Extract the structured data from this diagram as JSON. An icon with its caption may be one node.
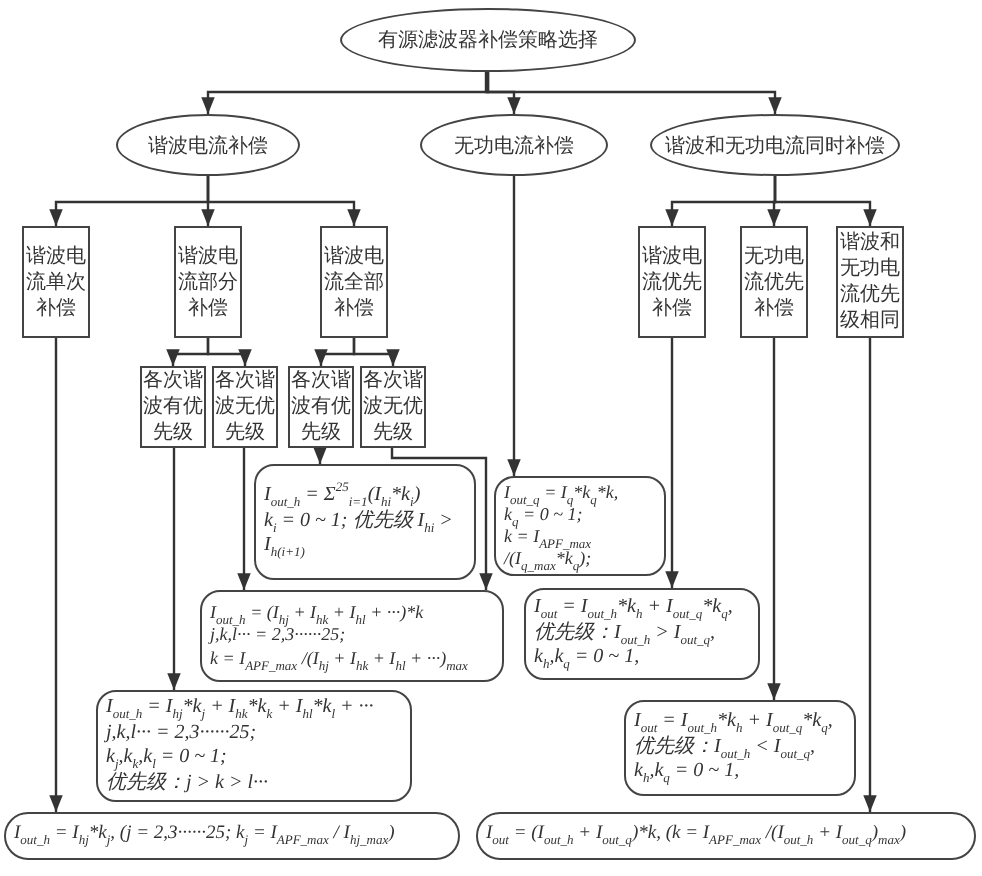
{
  "diagram": {
    "nodes": [
      {
        "text": [
          "有源滤波器补偿策略选择"
        ]
      },
      {
        "text": [
          "谐波电流补偿"
        ]
      },
      {
        "text": [
          "无功电流补偿"
        ]
      },
      {
        "text": [
          "谐波和无功电流同时补偿"
        ]
      },
      {
        "text": [
          "谐波电流单次补偿"
        ]
      },
      {
        "text": [
          "谐波电流部分补偿"
        ]
      },
      {
        "text": [
          "谐波电流全部补偿"
        ]
      },
      {
        "text": [
          "谐波电流优先补偿"
        ]
      },
      {
        "text": [
          "无功电流优先补偿"
        ]
      },
      {
        "text": [
          "谐波和无功电流优先级相同"
        ]
      },
      {
        "text": [
          "各次谐波有优先级"
        ]
      },
      {
        "text": [
          "各次谐波无优先级"
        ]
      },
      {
        "text": [
          "各次谐波有优先级"
        ]
      },
      {
        "text": [
          "各次谐波无优先级"
        ]
      },
      {
        "text": [
          "I$_{out_h}$ = Σ$^{25}$$_{i=1}$(I$_{hi}$*k$_{i}$)",
          "k$_{i}$ = 0 ~ 1; 优先级 I$_{hi}$ > I$_{h(i+1)}$"
        ]
      },
      {
        "text": [
          "I$_{out_q}$ = I$_{q}$*k$_{q}$*k,",
          "k$_{q}$ = 0 ~ 1;",
          "k = I$_{APF_max}$ /(I$_{q_max}$*k$_{q}$);"
        ]
      },
      {
        "text": [
          "I$_{out_h}$ = (I$_{hj}$ + I$_{hk}$ + I$_{hl}$ + ···)*k",
          "j,k,l··· = 2,3······25;",
          "k = I$_{APF_max}$ /(I$_{hj}$ + I$_{hk}$ + I$_{hl}$ + ···)$_{max}$"
        ]
      },
      {
        "text": [
          "I$_{out_h}$ = I$_{hj}$*k$_{j}$ + I$_{hk}$*k$_{k}$ + I$_{hl}$*k$_{l}$ + ···",
          "j,k,l··· = 2,3······25;",
          "k$_{j}$,k$_{k}$,k$_{l}$ = 0 ~ 1;",
          "优先级：j > k > l···"
        ]
      },
      {
        "text": [
          "I$_{out_h}$ = I$_{hj}$*k$_{j}$,   (j = 2,3······25;  k$_{j}$ = I$_{APF_max}$ / I$_{hj_max}$)"
        ]
      },
      {
        "text": [
          "I$_{out}$ = I$_{out_h}$*k$_{h}$ + I$_{out_q}$*k$_{q}$,",
          "优先级：I$_{out_h}$ > I$_{out_q}$,",
          "k$_{h}$,k$_{q}$ = 0 ~ 1,"
        ]
      },
      {
        "text": [
          "I$_{out}$ = I$_{out_h}$*k$_{h}$ + I$_{out_q}$*k$_{q}$,",
          "优先级：I$_{out_h}$ < I$_{out_q}$,",
          "k$_{h}$,k$_{q}$ = 0 ~ 1,"
        ]
      },
      {
        "text": [
          "I$_{out}$ = (I$_{out_h}$ + I$_{out_q}$)*k,   (k = I$_{APF_max}$ /(I$_{out_h}$ + I$_{out_q}$)$_{max}$)"
        ]
      }
    ],
    "edges": [
      {
        "from": 0,
        "to": 1,
        "arrow": "to"
      },
      {
        "from": 0,
        "to": 2,
        "arrow": "to"
      },
      {
        "from": 0,
        "to": 3,
        "arrow": "to"
      },
      {
        "from": 1,
        "to": 4,
        "arrow": "to"
      },
      {
        "from": 1,
        "to": 5,
        "arrow": "to"
      },
      {
        "from": 1,
        "to": 6,
        "arrow": "to"
      },
      {
        "from": 3,
        "to": 7,
        "arrow": "to"
      },
      {
        "from": 3,
        "to": 8,
        "arrow": "to"
      },
      {
        "from": 3,
        "to": 9,
        "arrow": "to"
      },
      {
        "from": 5,
        "to": 10,
        "arrow": "to"
      },
      {
        "from": 5,
        "to": 11,
        "arrow": "to"
      },
      {
        "from": 6,
        "to": 12,
        "arrow": "to"
      },
      {
        "from": 6,
        "to": 13,
        "arrow": "to"
      },
      {
        "from": 12,
        "to": 14,
        "arrow": "to"
      },
      {
        "from": 2,
        "to": 15,
        "arrow": "to"
      },
      {
        "from": 11,
        "to": 16,
        "arrow": "to"
      },
      {
        "from": 13,
        "to": 16,
        "arrow": "to"
      },
      {
        "from": 10,
        "to": 17,
        "arrow": "to"
      },
      {
        "from": 4,
        "to": 18,
        "arrow": "to"
      },
      {
        "from": 7,
        "to": 19,
        "arrow": "to"
      },
      {
        "from": 8,
        "to": 20,
        "arrow": "to"
      },
      {
        "from": 9,
        "to": 21,
        "arrow": "to"
      }
    ]
  }
}
